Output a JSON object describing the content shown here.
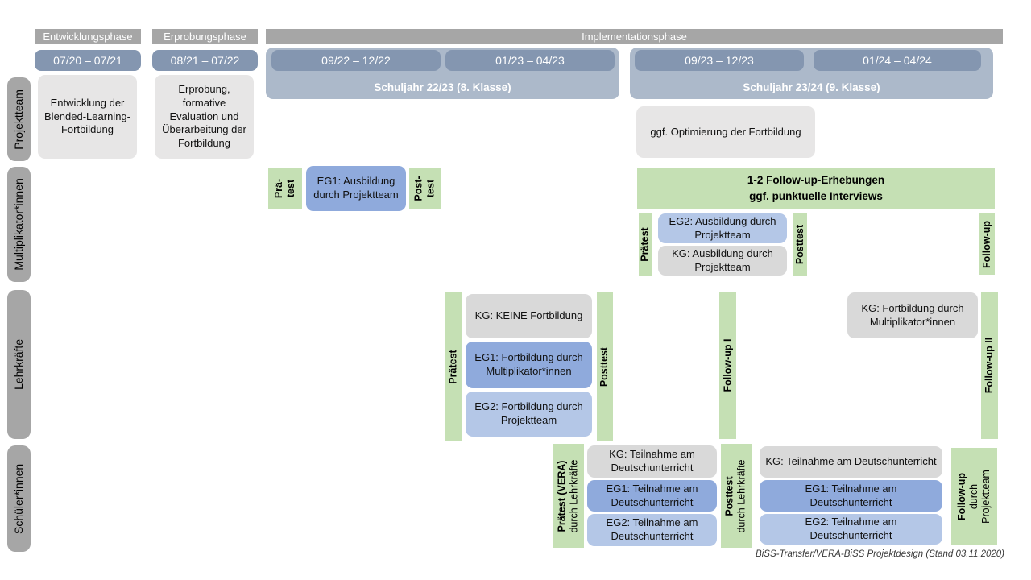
{
  "caption": "BiSS-Transfer/VERA-BiSS Projektdesign (Stand 03.11.2020)",
  "colors": {
    "phase_bar_gray": "#a6a6a6",
    "sidebar_gray": "#a6a6a6",
    "date_bar_blue": "#8496b0",
    "school_year_band_blue": "#acb9ca",
    "description_box_gray": "#e7e6e6",
    "control_group_gray": "#d9d9d9",
    "eg1_blue": "#8faadc",
    "eg2_blue": "#b4c7e7",
    "test_green": "#c5e0b4"
  },
  "phases": {
    "development": "Entwicklungsphase",
    "testing": "Erprobungsphase",
    "implementation": "Implementationsphase"
  },
  "dates": [
    "07/20 – 07/21",
    "08/21 – 07/22",
    "09/22 – 12/22",
    "01/23 – 04/23",
    "09/23 – 12/23",
    "01/24 – 04/24"
  ],
  "school_years": {
    "y2223": "Schuljahr 22/23 (8. Klasse)",
    "y2324": "Schuljahr 23/24 (9. Klasse)"
  },
  "row_labels": {
    "projektteam": "Projektteam",
    "multiplikatoren": "Multiplikator*innen",
    "lehrkraefte": "Lehrkräfte",
    "schueler": "Schüler*innen"
  },
  "projektteam_row": {
    "development": "Entwicklung der Blended-Learning-Fortbildung",
    "testing": "Erprobung, formative Evaluation und Überarbeitung der Fortbildung",
    "optimization": "ggf. Optimierung der Fortbildung"
  },
  "multiplikatoren_row": {
    "pretest_line1": "Prä-",
    "pretest_line2": "test",
    "eg1": "EG1: Ausbildung durch Projektteam",
    "posttest_line1": "Post-",
    "posttest_line2": "test",
    "followup_box_line1": "1-2 Follow-up-Erhebungen",
    "followup_box_line2": "ggf. punktuelle Interviews",
    "pretest2": "Prätest",
    "eg2": "EG2: Ausbildung durch Projektteam",
    "kg": "KG: Ausbildung durch Projektteam",
    "posttest2": "Posttest",
    "followup": "Follow-up"
  },
  "lehrkraefte_row": {
    "pretest": "Prätest",
    "kg": "KG: KEINE Fortbildung",
    "eg1": "EG1: Fortbildung durch Multiplikator*innen",
    "eg2": "EG2: Fortbildung durch Projektteam",
    "posttest": "Posttest",
    "followup1": "Follow-up I",
    "kg2": "KG: Fortbildung durch Multiplikator*innen",
    "followup2": "Follow-up II"
  },
  "schueler_row": {
    "pretest_line1": "Prätest (VERA)",
    "pretest_line2": "durch Lehrkräfte",
    "kg1": "KG: Teilnahme am Deutschunterricht",
    "eg1a": "EG1: Teilnahme am Deutschunterricht",
    "eg2a": "EG2: Teilnahme am Deutschunterricht",
    "posttest_line1": "Posttest",
    "posttest_line2": "durch Lehrkräfte",
    "kg2": "KG: Teilnahme am Deutschunterricht",
    "eg1b": "EG1: Teilnahme am Deutschunterricht",
    "eg2b": "EG2: Teilnahme am Deutschunterricht",
    "followup_line1": "Follow-up",
    "followup_line2": "durch",
    "followup_line3": "Projektteam"
  }
}
